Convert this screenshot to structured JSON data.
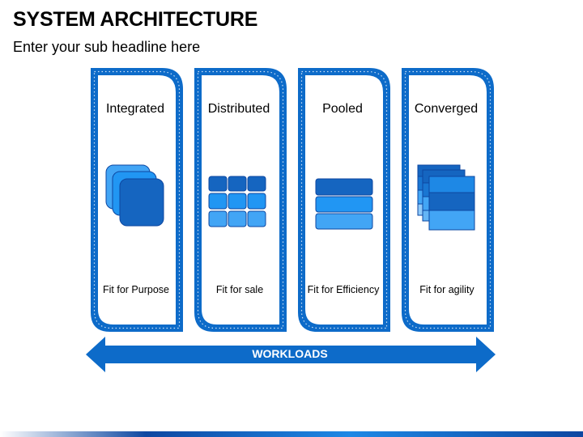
{
  "header": {
    "title": "SYSTEM ARCHITECTURE",
    "subtitle": "Enter your sub headline here"
  },
  "columns": [
    {
      "label": "Integrated",
      "caption": "Fit for Purpose",
      "icon": "stacked-squares-icon"
    },
    {
      "label": "Distributed",
      "caption": "Fit for sale",
      "icon": "grid-blocks-icon"
    },
    {
      "label": "Pooled",
      "caption": "Fit for Efficiency",
      "icon": "stacked-bars-icon"
    },
    {
      "label": "Converged",
      "caption": "Fit for agility",
      "icon": "layered-cards-icon"
    }
  ],
  "footer": {
    "arrow_label": "WORKLOADS"
  },
  "colors": {
    "primary_blue": "#1565C0",
    "mid_blue": "#2196F3",
    "light_blue": "#42A5F5",
    "frame_blue": "#0D6BC9"
  }
}
